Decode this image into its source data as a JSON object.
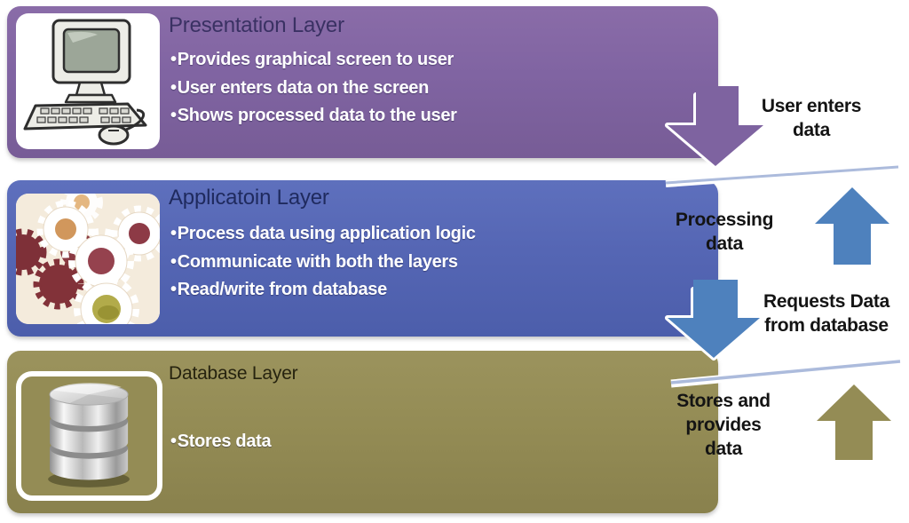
{
  "bullet_char": "•",
  "layers": [
    {
      "id": "presentation",
      "title": "Presentation Layer",
      "icon": "computer-icon",
      "bullets": [
        "Provides graphical screen to user",
        "User enters data on the screen",
        "Shows processed data to the user"
      ],
      "bg_color": "#8064A2",
      "title_color": "#3A3163"
    },
    {
      "id": "application",
      "title": "Applicatoin Layer",
      "icon": "gears-icon",
      "bullets": [
        "Process data using application logic",
        "Communicate with both the layers",
        "Read/write from database"
      ],
      "bg_color": "#5566B4",
      "title_color": "#1F2A5E"
    },
    {
      "id": "database",
      "title": "Database Layer",
      "icon": "database-icon",
      "bullets": [
        "Stores data"
      ],
      "bg_color": "#948C55",
      "title_color": "#26230F"
    }
  ],
  "flow_labels": [
    {
      "id": "user-enters-data",
      "lines": [
        "User enters",
        "data"
      ]
    },
    {
      "id": "processing-data",
      "lines": [
        "Processing",
        "data"
      ]
    },
    {
      "id": "requests-data",
      "lines": [
        "Requests Data",
        "from database"
      ]
    },
    {
      "id": "stores-provides",
      "lines": [
        "Stores and",
        "provides",
        "data"
      ]
    }
  ],
  "arrows": [
    {
      "id": "purple-down-arrow",
      "direction": "down",
      "color": "#7E63A0"
    },
    {
      "id": "blue-up-arrow",
      "direction": "up",
      "color": "#4E81BD"
    },
    {
      "id": "blue-down-arrow",
      "direction": "down",
      "color": "#4E81BD"
    },
    {
      "id": "olive-up-arrow",
      "direction": "up",
      "color": "#948C55"
    }
  ],
  "colors": {
    "purple_box": "#8064A2",
    "blue_box": "#5566B4",
    "olive_box": "#948C55",
    "blue_arrow": "#4E81BD",
    "olive_arrow": "#948C55",
    "purple_arrow": "#7E63A0",
    "connector_line": "#ACBBDC",
    "bullet_text": "#FFFFFF",
    "label_text": "#141414"
  }
}
